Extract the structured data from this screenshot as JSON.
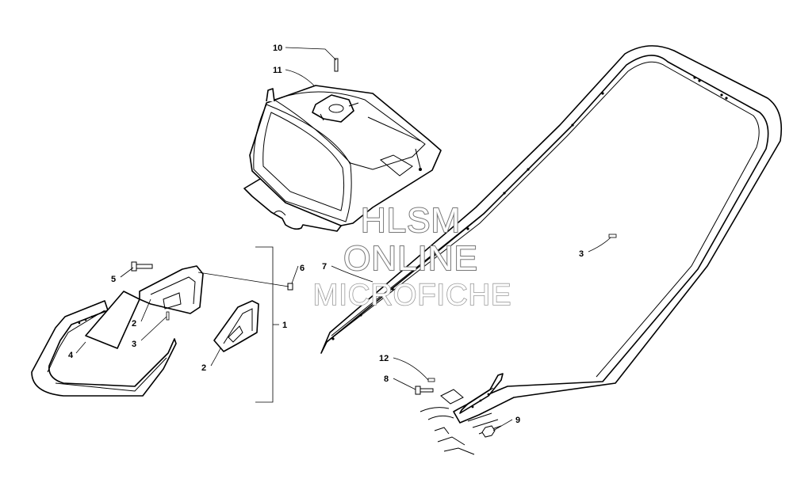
{
  "watermark": {
    "line1": "HLSM",
    "line2": "ONLINE",
    "line3": "MICROFICHE"
  },
  "callouts": {
    "c10": "10",
    "c11": "11",
    "c6": "6",
    "c5": "5",
    "c2a": "2",
    "c3a": "3",
    "c4": "4",
    "c2b": "2",
    "c1": "1",
    "c7": "7",
    "c3b": "3",
    "c12": "12",
    "c8": "8",
    "c9": "9"
  }
}
